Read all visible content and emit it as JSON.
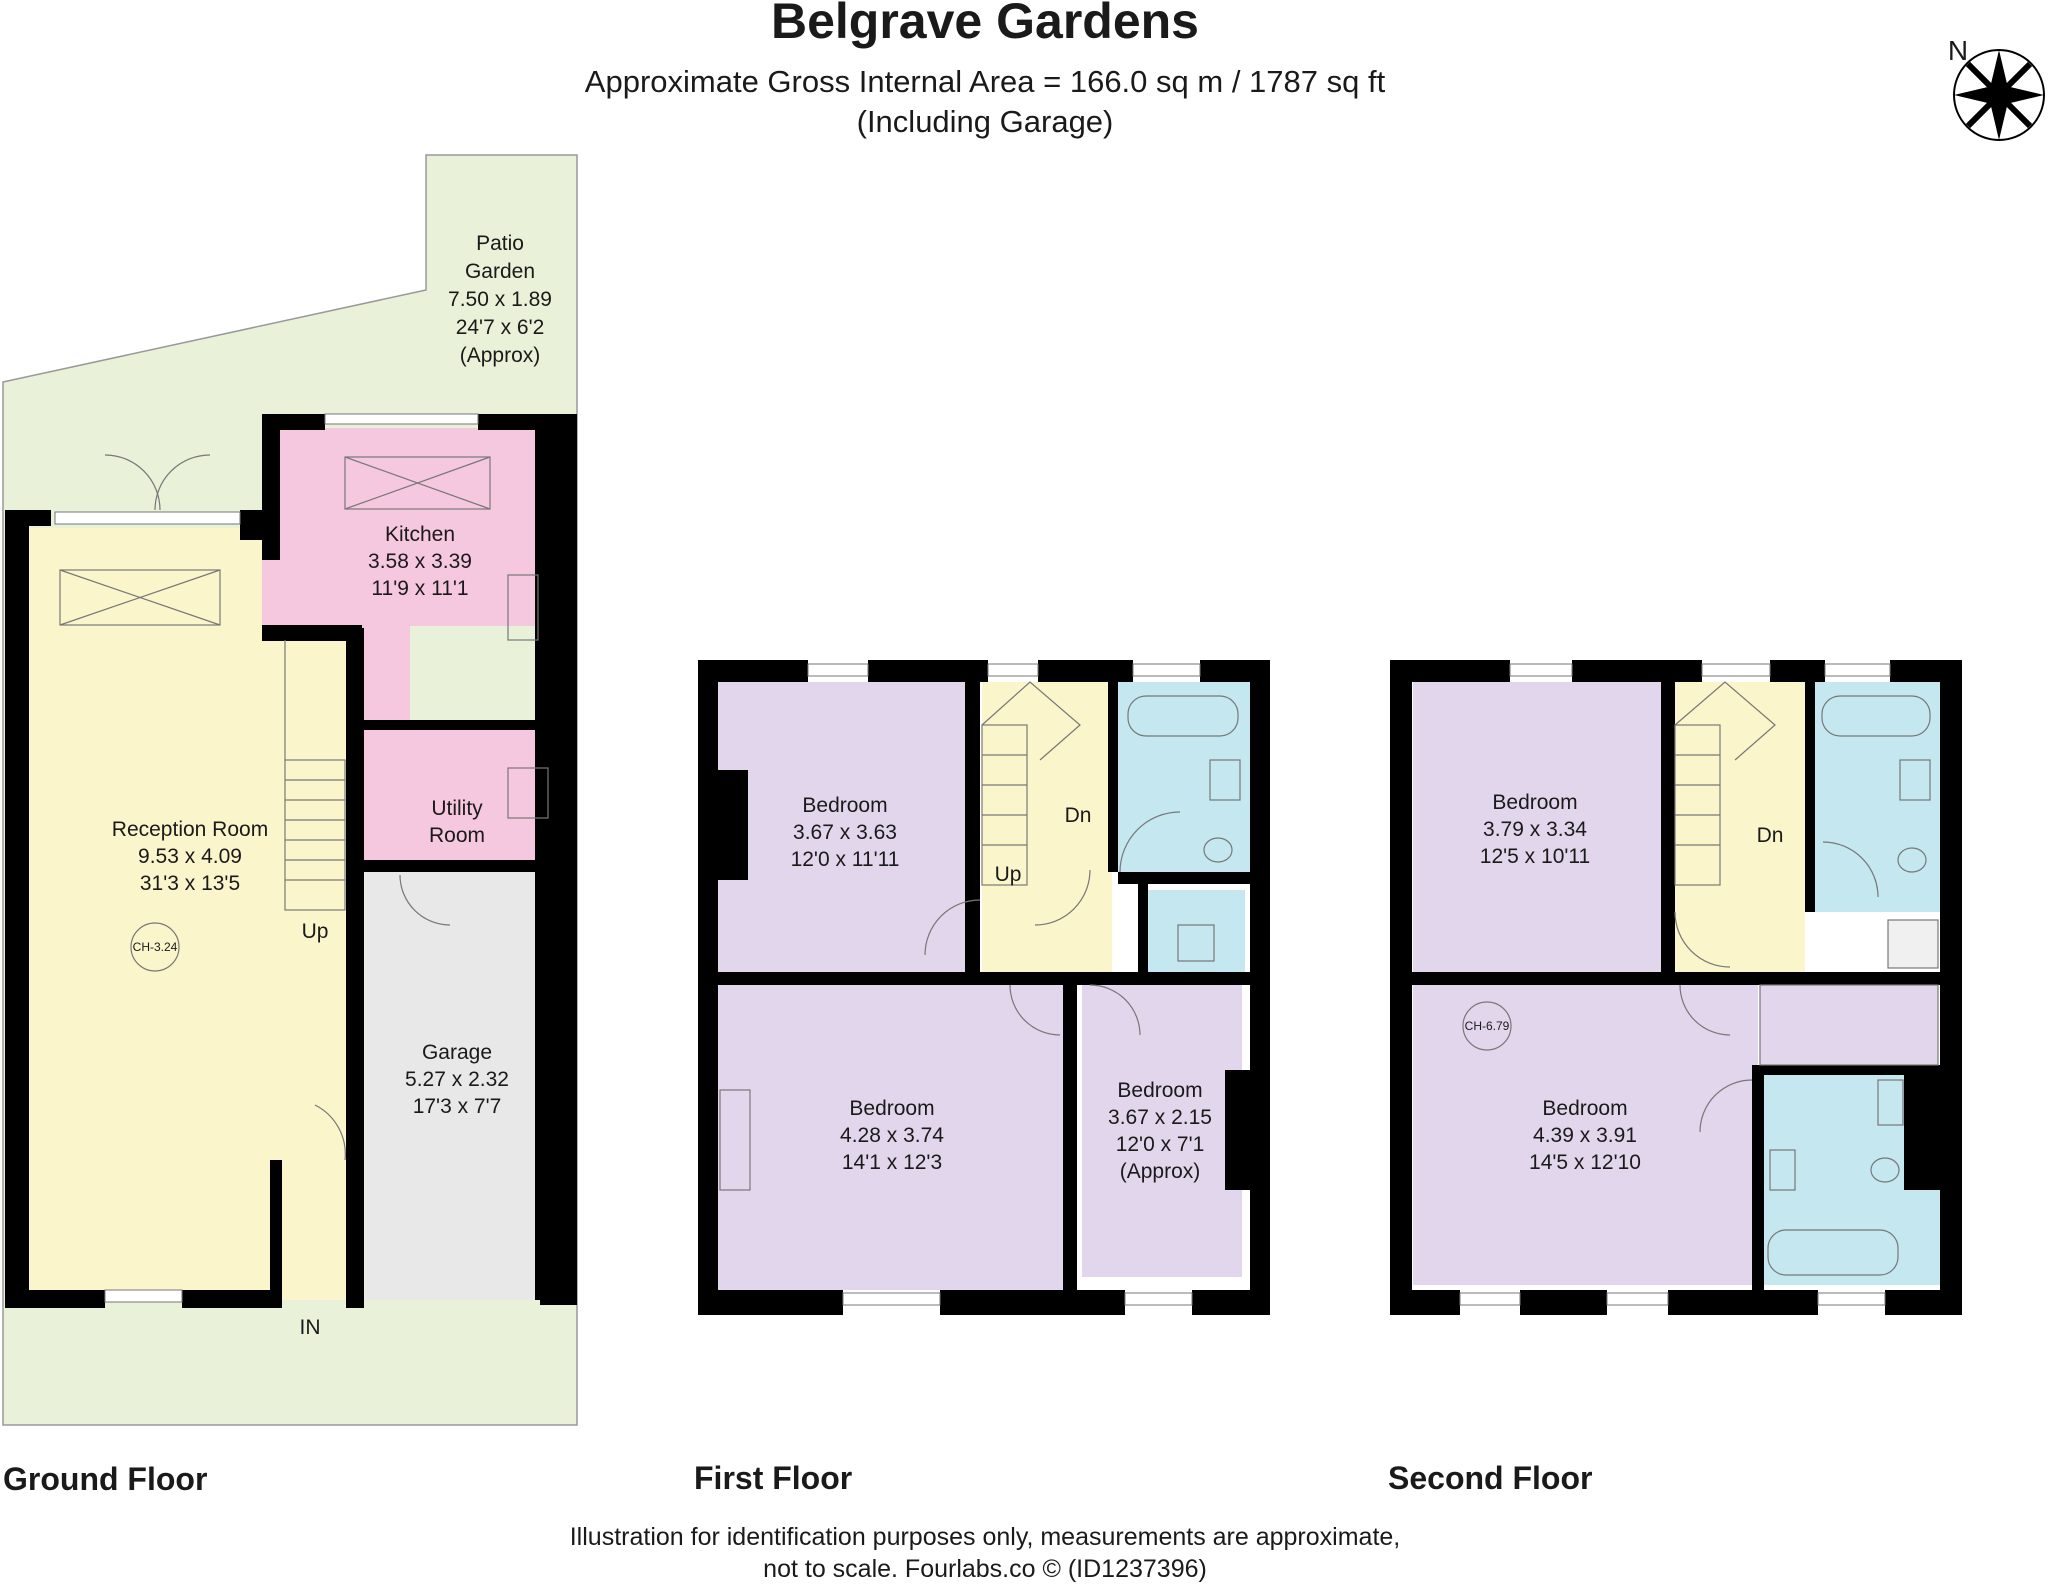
{
  "header": {
    "title": "Belgrave Gardens",
    "area_line": "Approximate Gross Internal Area = 166.0 sq m / 1787 sq ft",
    "area_note": "(Including Garage)"
  },
  "compass": {
    "label": "N"
  },
  "colors": {
    "wall": "#000000",
    "outside": "#e9f1d9",
    "reception": "#fbf5cc",
    "kitchen": "#f5c8df",
    "garage": "#e8e8e8",
    "bedroom": "#e2d6ec",
    "bathroom": "#c5e7f0",
    "landing": "#fbf5cc"
  },
  "floors": {
    "ground": {
      "label": "Ground Floor",
      "patio": [
        "Patio",
        "Garden",
        "7.50 x 1.89",
        "24'7 x 6'2",
        "(Approx)"
      ],
      "kitchen": [
        "Kitchen",
        "3.58 x 3.39",
        "11'9 x 11'1"
      ],
      "utility": [
        "Utility",
        "Room"
      ],
      "reception": [
        "Reception Room",
        "9.53 x 4.09",
        "31'3 x 13'5"
      ],
      "garage": [
        "Garage",
        "5.27 x 2.32",
        "17'3 x 7'7"
      ],
      "heating": "CH-3.24",
      "stairs": "Up",
      "entrance": "IN"
    },
    "first": {
      "label": "First Floor",
      "bedroom_a": [
        "Bedroom",
        "3.67 x 3.63",
        "12'0 x 11'11"
      ],
      "bedroom_b": [
        "Bedroom",
        "4.28 x 3.74",
        "14'1 x 12'3"
      ],
      "bedroom_c": [
        "Bedroom",
        "3.67 x 2.15",
        "12'0 x 7'1",
        "(Approx)"
      ],
      "stairs_up": "Up",
      "stairs_down": "Dn"
    },
    "second": {
      "label": "Second Floor",
      "bedroom_a": [
        "Bedroom",
        "3.79 x 3.34",
        "12'5 x 10'11"
      ],
      "bedroom_b": [
        "Bedroom",
        "4.39 x 3.91",
        "14'5 x 12'10"
      ],
      "heating": "CH-6.79",
      "stairs_down": "Dn"
    }
  },
  "footer": {
    "line1": "Illustration for identification purposes only, measurements are approximate,",
    "line2": "not to scale. Fourlabs.co © (ID1237396)"
  }
}
